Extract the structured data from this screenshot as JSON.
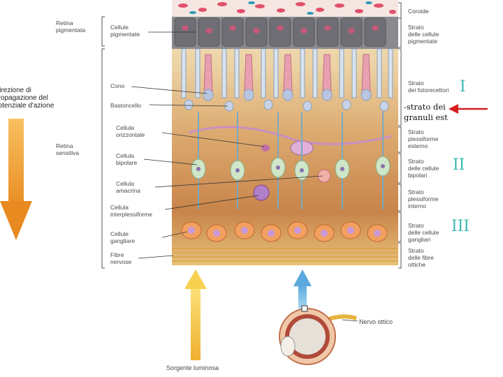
{
  "direction_label": "Direzione di\npropagazione del\npotenziale d'azione",
  "left_labels": {
    "retina_pigmentata": "Retina\npigmentata",
    "retina_sensitiva": "Retina\nsensitiva"
  },
  "cell_labels": {
    "cellule_pigmentate": "Cellule\npigmentate",
    "cono": "Cono",
    "bastoncello": "Bastoncello",
    "cellula_orizzontale": "Cellula\norizzontale",
    "cellula_bipolare": "Cellula\nbipolare",
    "cellula_amacrina": "Cellula\namacrina",
    "cellula_interplessiforme": "Cellula\ninterplessiforme",
    "cellule_gangliari": "Cellule\ngangliare",
    "fibre_nervose": "Fibre\nnervose"
  },
  "layer_labels": {
    "coroide": "Coroide",
    "strato_cellule_pigmentate": "Strato\ndelle cellule\npigmentate",
    "strato_fotorecettori": "Strato\ndei fotorecettori",
    "strato_plessiforme_esterno": "Strato\nplessiforme\nesterno",
    "strato_cellule_bipolari": "Strato\ndelle cellule\nbipolari",
    "strato_plessiforme_interno": "Strato\nplessiforme\ninterno",
    "strato_cellule_gangliari": "Strato\ndelle cellule\ngangliari",
    "strato_fibre_ottiche": "Strato\ndelle fibre\nottiche"
  },
  "annotations": {
    "handwritten_note": "-strato dei\ngranuli est",
    "roman_1": "I",
    "roman_2": "II",
    "roman_3": "III"
  },
  "bottom_labels": {
    "sorgente_luminosa": "Sorgente luminosa",
    "nervo_ottico": "Nervo ottico"
  },
  "colors": {
    "annotation_arrow": "#d42020",
    "roman_numerals": "#3bb8b0",
    "light_arrow": "#f0c030",
    "signal_arrow": "#f0a030",
    "nerve_arrow": "#7ec0e8"
  }
}
